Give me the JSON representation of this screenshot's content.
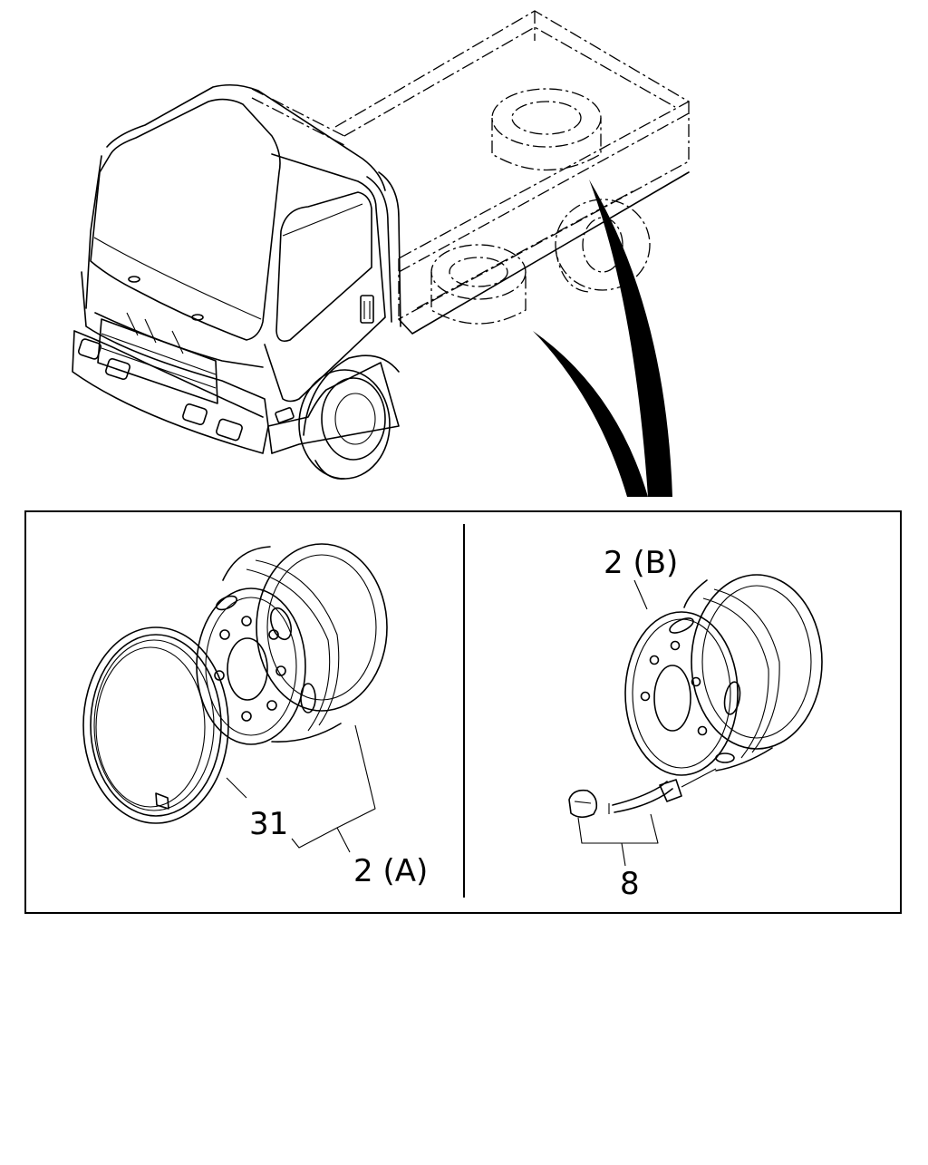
{
  "callouts": {
    "ring": "31",
    "wheel_a": "2 (A)",
    "wheel_b": "2 (B)",
    "valve": "8"
  }
}
